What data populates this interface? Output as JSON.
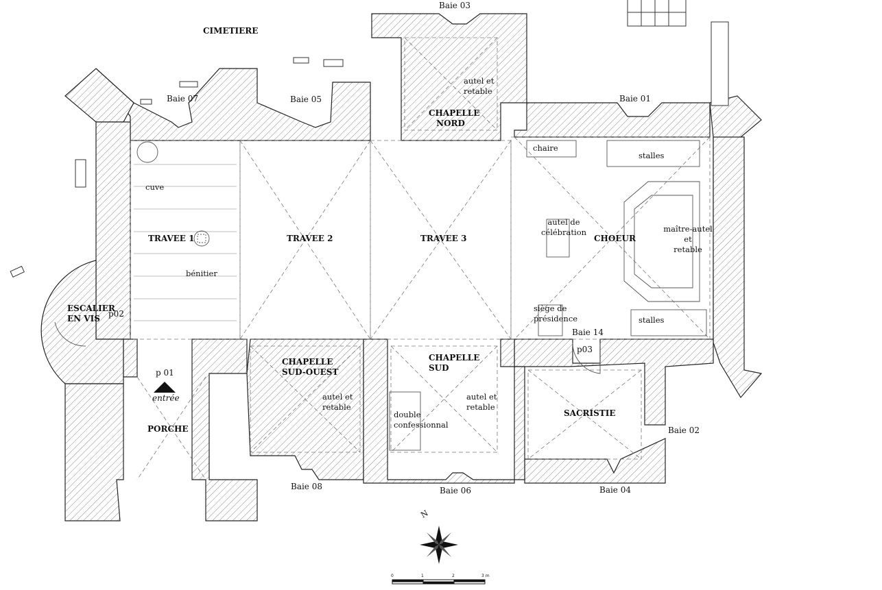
{
  "rooms": {
    "cimetiere": "CIMETIERE",
    "travee1": "TRAVEE 1",
    "travee2": "TRAVEE 2",
    "travee3": "TRAVEE 3",
    "choeur": "CHOEUR",
    "chapelle_nord_1": "CHAPELLE",
    "chapelle_nord_2": "NORD",
    "chapelle_sud_ouest_1": "CHAPELLE",
    "chapelle_sud_ouest_2": "SUD-OUEST",
    "chapelle_sud_1": "CHAPELLE",
    "chapelle_sud_2": "SUD",
    "sacristie": "SACRISTIE",
    "porche": "PORCHE",
    "escalier_1": "ESCALIER",
    "escalier_2": "EN VIS"
  },
  "bays": {
    "b01": "Baie 01",
    "b02": "Baie 02",
    "b03": "Baie 03",
    "b04": "Baie 04",
    "b05": "Baie 05",
    "b06": "Baie 06",
    "b07": "Baie 07",
    "b08": "Baie 08",
    "b14": "Baie 14"
  },
  "doors": {
    "p01": "p 01",
    "p02": "p02",
    "p03": "p03",
    "entree": "entrée"
  },
  "furniture": {
    "cuve": "cuve",
    "benitier": "bénitier",
    "chaire": "chaire",
    "stalles_n": "stalles",
    "stalles_s": "stalles",
    "autel_celebration_1": "autel de",
    "autel_celebration_2": "célébration",
    "maitre_autel_1": "maître-autel",
    "maitre_autel_2": "et",
    "maitre_autel_3": "retable",
    "siege_1": "siège de",
    "siege_2": "présidence",
    "nord_autel_1": "autel et",
    "nord_autel_2": "retable",
    "so_autel_1": "autel et",
    "so_autel_2": "retable",
    "sud_autel_1": "autel et",
    "sud_autel_2": "retable",
    "confess_1": "double",
    "confess_2": "confessionnal"
  },
  "scale": {
    "t0": "0",
    "t1": "1",
    "t2": "2",
    "t3": "3 m"
  },
  "north": "N",
  "colors": {
    "wall_hatch": "#8a8a8a",
    "line": "#222222",
    "thin": "#777777"
  }
}
